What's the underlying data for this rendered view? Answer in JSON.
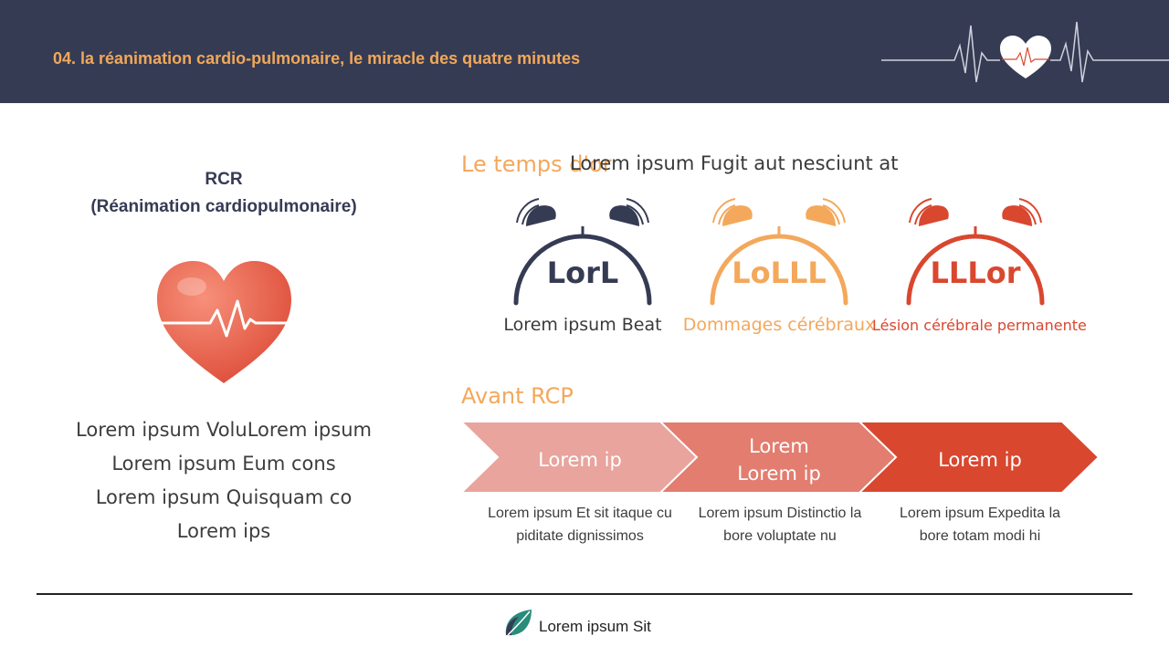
{
  "header": {
    "title": "04. la réanimation cardio-pulmonaire, le miracle des quatre minutes"
  },
  "left": {
    "title_line1": "RCR",
    "title_line2": "(Réanimation cardiopulmonaire)",
    "lines": [
      "Lorem ipsum VoluLorem ipsum",
      "Lorem ipsum Eum cons",
      "Lorem ipsum Quisquam co",
      "Lorem ips"
    ]
  },
  "time_section": {
    "title": "Le temps d'or",
    "overlay": "Lorem ipsum Fugit aut nesciunt at",
    "clocks": [
      {
        "value": "LorL",
        "label": "Lorem ipsum Beat",
        "color": "#363b54"
      },
      {
        "value": "LoLLL",
        "label": "Dommages cérébraux",
        "color": "#f3a85c"
      },
      {
        "value": "LLLor",
        "label": "Lésion cérébrale permanente",
        "color": "#d9472f"
      }
    ]
  },
  "rcp_section": {
    "title": "Avant RCP",
    "steps": [
      {
        "label": "Lorem ip",
        "desc_line1": "Lorem ipsum Et sit itaque cu",
        "desc_line2": "piditate dignissimos",
        "color": "#e8a49d"
      },
      {
        "label_line1": "Lorem",
        "label_line2": "Lorem ip",
        "desc_line1": "Lorem ipsum Distinctio la",
        "desc_line2": "bore voluptate nu",
        "color": "#e27d6f"
      },
      {
        "label": "Lorem ip",
        "desc_line1": "Lorem ipsum Expedita la",
        "desc_line2": "bore totam modi hi",
        "color": "#d9472f"
      }
    ]
  },
  "footer": {
    "text": "Lorem ipsum Sit"
  },
  "icons": {
    "header_logo": "heartbeat-heart-icon",
    "heart": "heart-ecg-icon",
    "clock": "alarm-clock-icon",
    "footer_logo": "leaf-icon"
  }
}
